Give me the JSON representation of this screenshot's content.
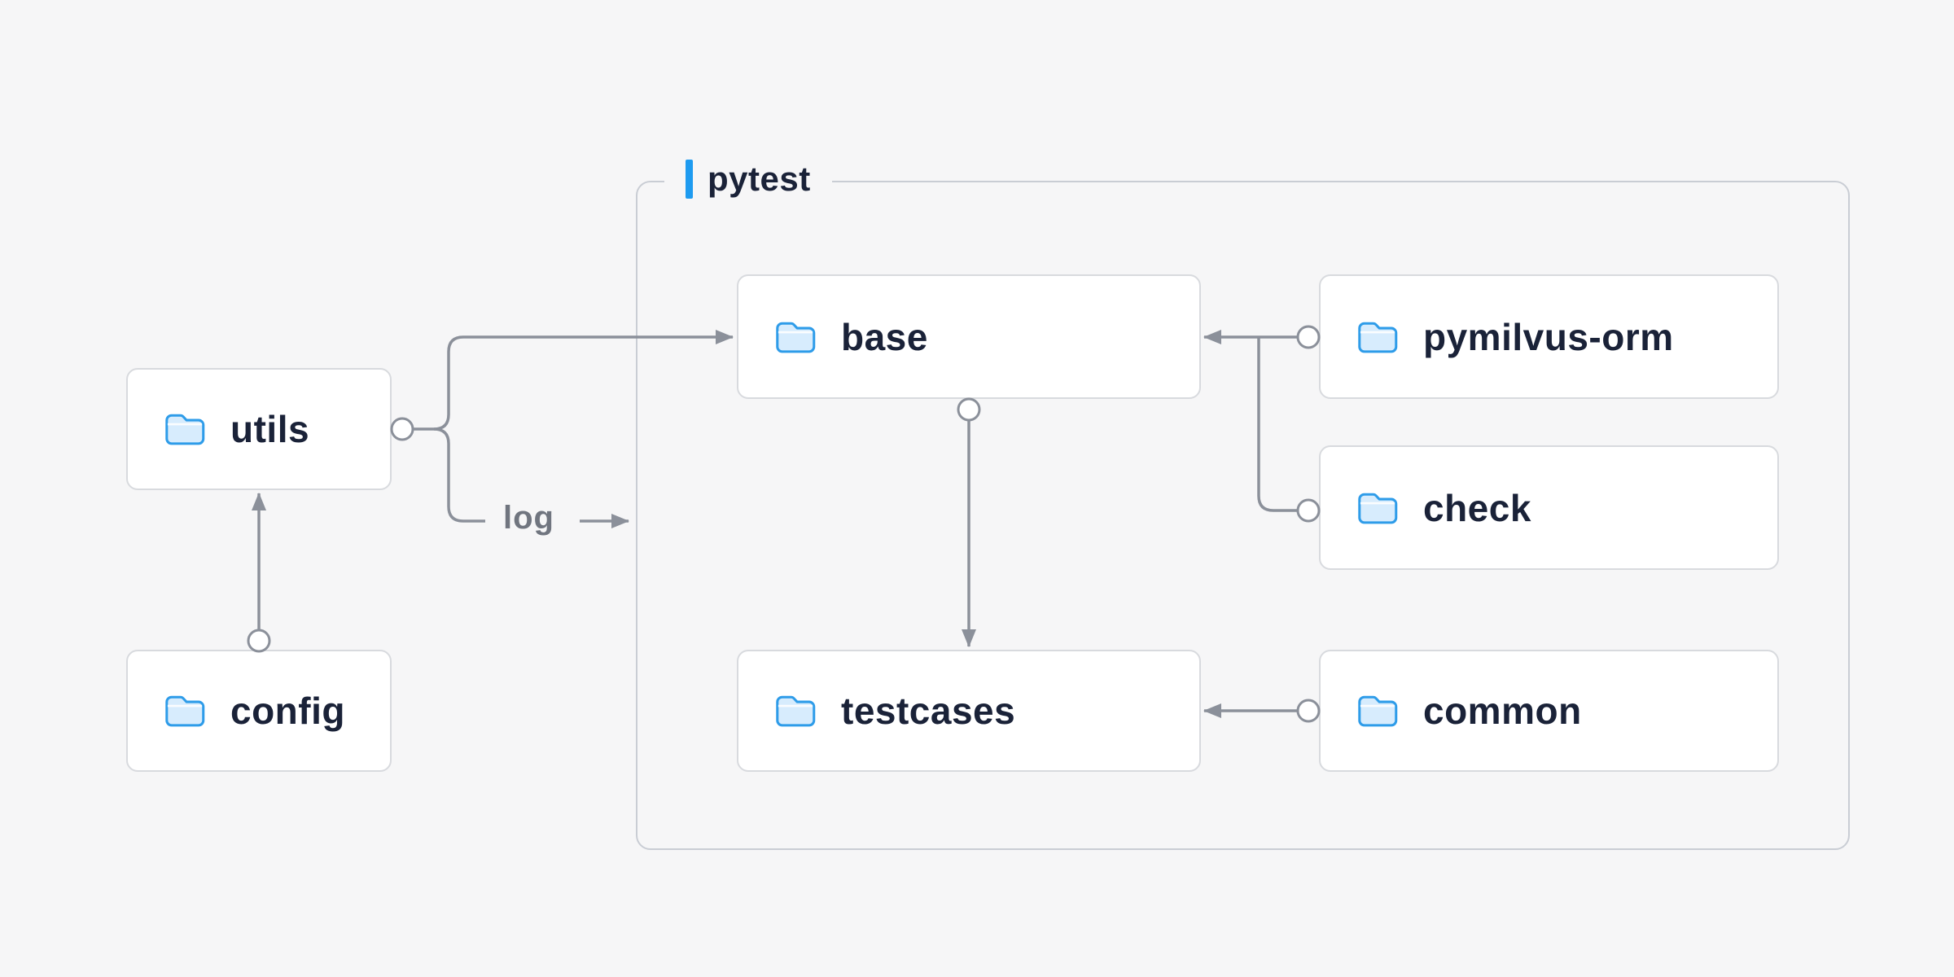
{
  "group": {
    "label": "pytest"
  },
  "nodes": {
    "utils": {
      "label": "utils"
    },
    "config": {
      "label": "config"
    },
    "base": {
      "label": "base"
    },
    "pymilvus_orm": {
      "label": "pymilvus-orm"
    },
    "check": {
      "label": "check"
    },
    "testcases": {
      "label": "testcases"
    },
    "common": {
      "label": "common"
    }
  },
  "edge_labels": {
    "log": "log"
  },
  "edges": [
    {
      "from": "config",
      "to": "utils"
    },
    {
      "from": "utils",
      "to": "base"
    },
    {
      "from": "utils",
      "to": "pytest_group",
      "label": "log"
    },
    {
      "from": "base",
      "to": "testcases"
    },
    {
      "from": "pymilvus_orm",
      "to": "base"
    },
    {
      "from": "check",
      "to": "base"
    },
    {
      "from": "common",
      "to": "testcases"
    }
  ],
  "colors": {
    "background": "#f6f6f7",
    "node_border": "#d8dade",
    "group_border": "#c9cdd4",
    "line_gray": "#8b909a",
    "text_navy": "#1a2238",
    "accent_blue": "#1e9bf0",
    "folder_blue": "#2e9ce9",
    "folder_fill": "#d7ecfd",
    "log_text": "#70757f"
  }
}
